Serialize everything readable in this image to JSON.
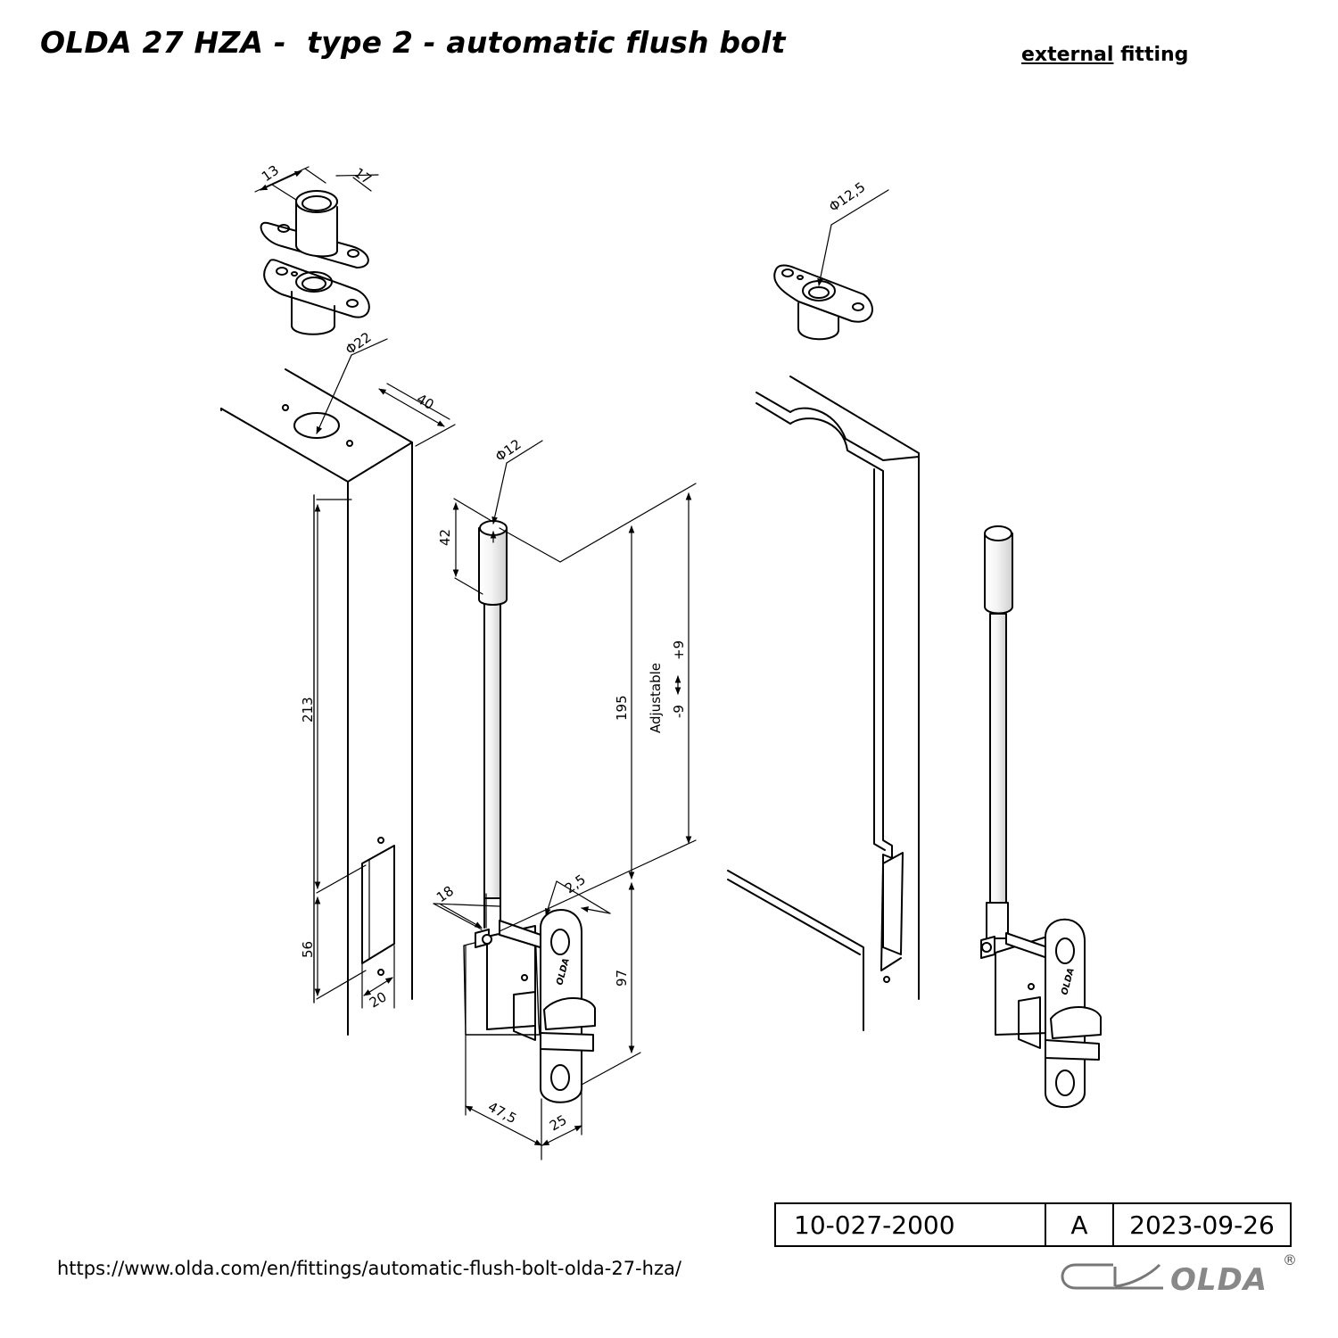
{
  "header": {
    "title": "OLDA 27 HZA -  type 2 - automatic flush bolt",
    "fitting_emphasis": "external",
    "fitting_rest": "fitting"
  },
  "dimensions": {
    "d13": "13",
    "d17": "17",
    "d22": "Φ22",
    "d40": "40",
    "d213": "213",
    "d56": "56",
    "d20": "20",
    "d12": "Φ12",
    "d42": "42",
    "d195": "195",
    "adjustable": "Adjustable",
    "adj_minus": "-9",
    "adj_plus": "+9",
    "d18": "18",
    "d2_5": "2,5",
    "d97": "97",
    "d47_5": "47,5",
    "d25": "25",
    "d12_5": "Φ12,5"
  },
  "title_block": {
    "number": "10-027-2000",
    "revision": "A",
    "date": "2023-09-26"
  },
  "footer": {
    "url": "https://www.olda.com/en/fittings/automatic-flush-bolt-olda-27-hza/",
    "logo_text": "OLDA",
    "plate_brand": "OLDA",
    "registered": "®"
  }
}
